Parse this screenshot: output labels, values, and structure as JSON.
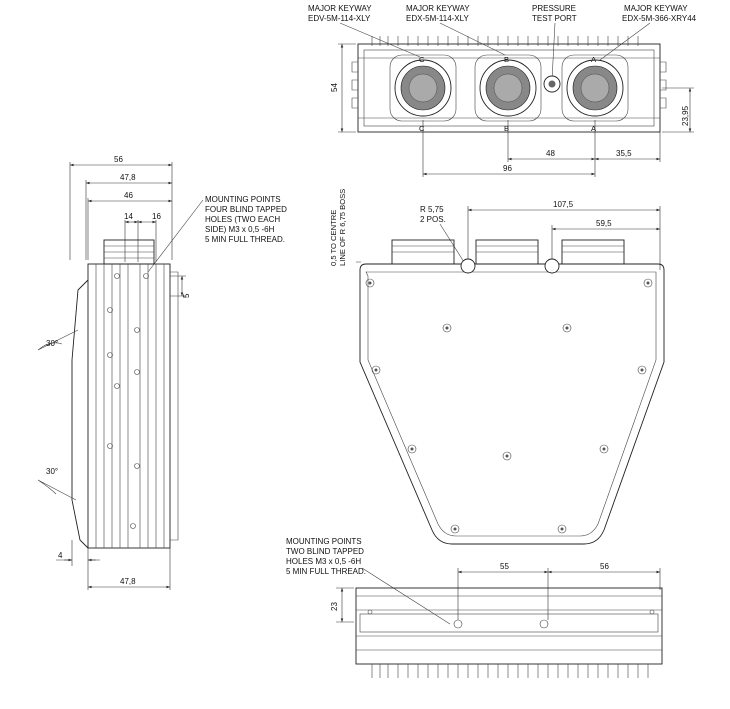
{
  "top_callouts": [
    {
      "line1": "MAJOR KEYWAY",
      "line2": "EDV-5M-114-XLY"
    },
    {
      "line1": "MAJOR KEYWAY",
      "line2": "EDX-5M-114-XLY"
    },
    {
      "line1": "PRESSURE",
      "line2": "TEST PORT"
    },
    {
      "line1": "MAJOR KEYWAY",
      "line2": "EDX-5M-366-XRY44"
    }
  ],
  "top_view": {
    "height_dim": "54",
    "center_height_dim": "23,95",
    "dim_48": "48",
    "dim_35_5": "35,5",
    "dim_96": "96",
    "letters": [
      "C",
      "B",
      "A",
      "C",
      "B",
      "A"
    ]
  },
  "side_view": {
    "dim_56": "56",
    "dim_47_8_top": "47,8",
    "dim_46": "46",
    "dim_14": "14",
    "dim_16": "16",
    "dim_5": "5",
    "angle_top": "30°",
    "angle_bottom": "30°",
    "dim_4": "4",
    "dim_47_8_bottom": "47,8",
    "mounting_note": [
      "MOUNTING POINTS",
      "FOUR BLIND TAPPED",
      "HOLES (TWO EACH",
      "SIDE) M3 x 0,5 -6H",
      "5 MIN FULL THREAD."
    ]
  },
  "front_view": {
    "centre_note_line1": "0,5 TO CENTRE",
    "centre_note_line2": "LINE OF R 6,75 BOSS",
    "radius_note_line1": "R 5,75",
    "radius_note_line2": "2 POS.",
    "dim_107_5": "107,5",
    "dim_59_5": "59,5"
  },
  "bottom_view": {
    "mounting_note": [
      "MOUNTING POINTS",
      "TWO BLIND TAPPED",
      "HOLES M3 x 0,5 -6H",
      "5 MIN FULL THREAD."
    ],
    "dim_55": "55",
    "dim_56": "56",
    "dim_23": "23"
  }
}
